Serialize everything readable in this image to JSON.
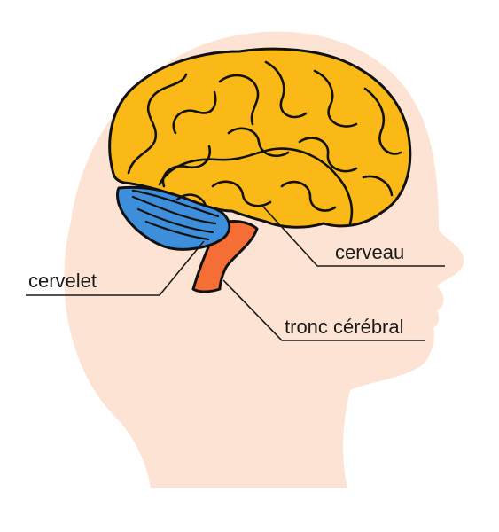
{
  "colors": {
    "head": "#fde3d3",
    "cerebrum": "#fbb917",
    "cerebellum": "#3d8fdc",
    "brainstem": "#f56e35",
    "outline": "#111111",
    "text": "#1a1a1a"
  },
  "labels": {
    "cerebrum": "cerveau",
    "cerebellum": "cervelet",
    "brainstem": "tronc cérébral"
  }
}
